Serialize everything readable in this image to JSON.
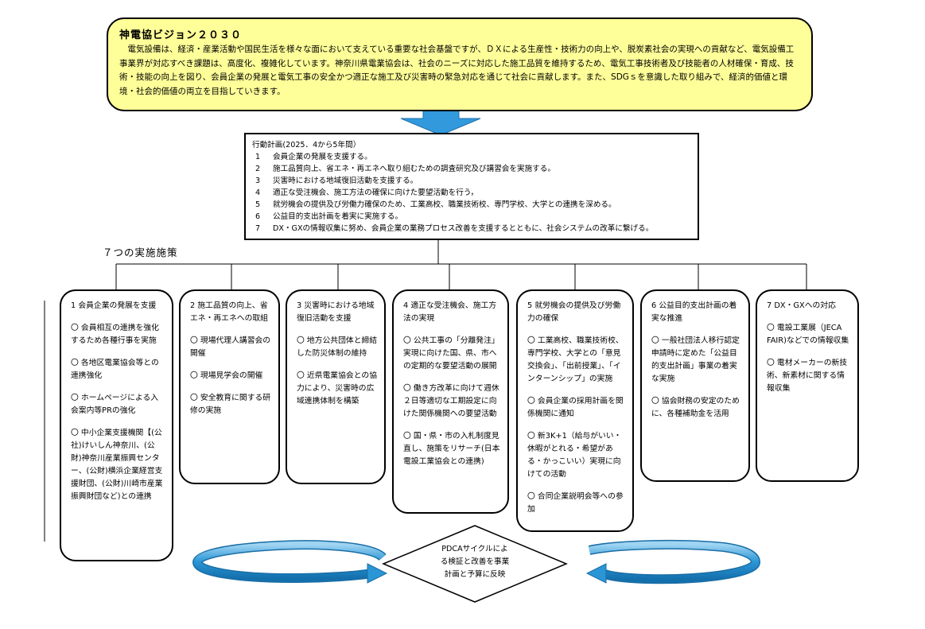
{
  "vision": {
    "title": "神電協ビジョン２０３０",
    "body": "電気設備は、経済・産業活動や国民生活を様々な面において支えている重要な社会基盤ですが、ＤＸによる生産性・技術力の向上や、脱炭素社会の実現への貢献など、電気設備工事業界が対応すべき課題は、高度化、複雑化しています。神奈川県電業協会は、社会のニーズに対応した施工品質を維持するため、電気工事技術者及び技能者の人材確保・育成、技術・技能の向上を図り、会員企業の発展と電気工事の安全かつ適正な施工及び災害時の緊急対応を通じて社会に貢献します。また、SDGｓを意識した取り組みで、経済的価値と環境・社会的価値の両立を目指していきます。"
  },
  "plan": {
    "title": "行動計画(2025．4から5年間）",
    "items": [
      {
        "num": "1",
        "text": "会員企業の発展を支援する。"
      },
      {
        "num": "2",
        "text": "施工品質向上、省エネ・再エネへ取り組むための調査研究及び講習会を実施する。"
      },
      {
        "num": "3",
        "text": "災害時における地域復旧活動を支援する。"
      },
      {
        "num": "4",
        "text": "適正な受注機会、施工方法の確保に向けた要望活動を行う，"
      },
      {
        "num": "5",
        "text": "就労機会の提供及び労働力確保のため、工業高校、職業技術校、専門学校、大学との連携を深める。"
      },
      {
        "num": "6",
        "text": "公益目的支出計画を着実に実施する。"
      },
      {
        "num": "7",
        "text": "DX・GXの情報収集に努め、会員企業の業務プロセス改善を支援するとともに、社会システムの改革に繋げる。"
      }
    ]
  },
  "measures_heading": "７つの実施施策",
  "columns": [
    {
      "heading": "1 会員企業の発展を支援",
      "items": [
        "〇 会員相互の連携を強化するため各種行事を実施",
        "〇 各地区電業協会等との連携強化",
        "〇 ホームページによる入会案内等PRの強化",
        "〇 中小企業支援機関【(公社)けいしん神奈川、(公財)神奈川産業振興センター、(公財)横浜企業経営支援財団、(公財)川崎市産業振興財団など)との連携"
      ]
    },
    {
      "heading": "2 施工品質の向上、省エネ・再エネへの取組",
      "items": [
        "〇 現場代理人講習会の開催",
        "〇 現場見学会の開催",
        "〇 安全教育に関する研修の実施"
      ]
    },
    {
      "heading": "3 災害時における地域復旧活動を支援",
      "items": [
        "〇 地方公共団体と締結した防災体制の維持",
        "〇 近県電業協会との協力により、災害時の広域連携体制を構築"
      ]
    },
    {
      "heading": "4 適正な受注機会、施工方法の実現",
      "items": [
        "〇 公共工事の「分離発注」実現に向けた国、県、市への定期的な要望活動の展開",
        "〇 働き方改革に向けて週休２日等適切な工期設定に向けた関係機関への要望活動",
        "〇 国・県・市の入札制度見直し、施策をリサーチ(日本電設工業協会との連携)"
      ]
    },
    {
      "heading": "5 就労機会の提供及び労働力の確保",
      "items": [
        "〇 工業高校、職業技術校、専門学校、大学との「意見交換会」、「出前授業」、「インターンシップ」の実施",
        "〇 会員企業の採用計画を関係機関に通知",
        "〇 新3K+1（給与がいい・休暇がとれる・希望がある・かっこいい）実現に向けての活動",
        "〇 合同企業説明会等への参加"
      ]
    },
    {
      "heading": "6 公益目的支出計画の着実な推進",
      "items": [
        "〇 一般社団法人移行認定申請時に定めた「公益目的支出計画」事業の着実な実施",
        "〇 協会財務の安定のために、各種補助金を活用"
      ]
    },
    {
      "heading": "7 DX・GXへの対応",
      "items": [
        "〇 電設工業展（JECA FAIR)などでの情報収集",
        "〇 電材メーカーの新技術、新素材に関する情報収集"
      ]
    }
  ],
  "pdca": {
    "text": "PDCAサイクルによる検証と改善を事業計画と予算に反映"
  },
  "colors": {
    "vision_bg": "#ffff99",
    "arrow": "#3399dd"
  }
}
